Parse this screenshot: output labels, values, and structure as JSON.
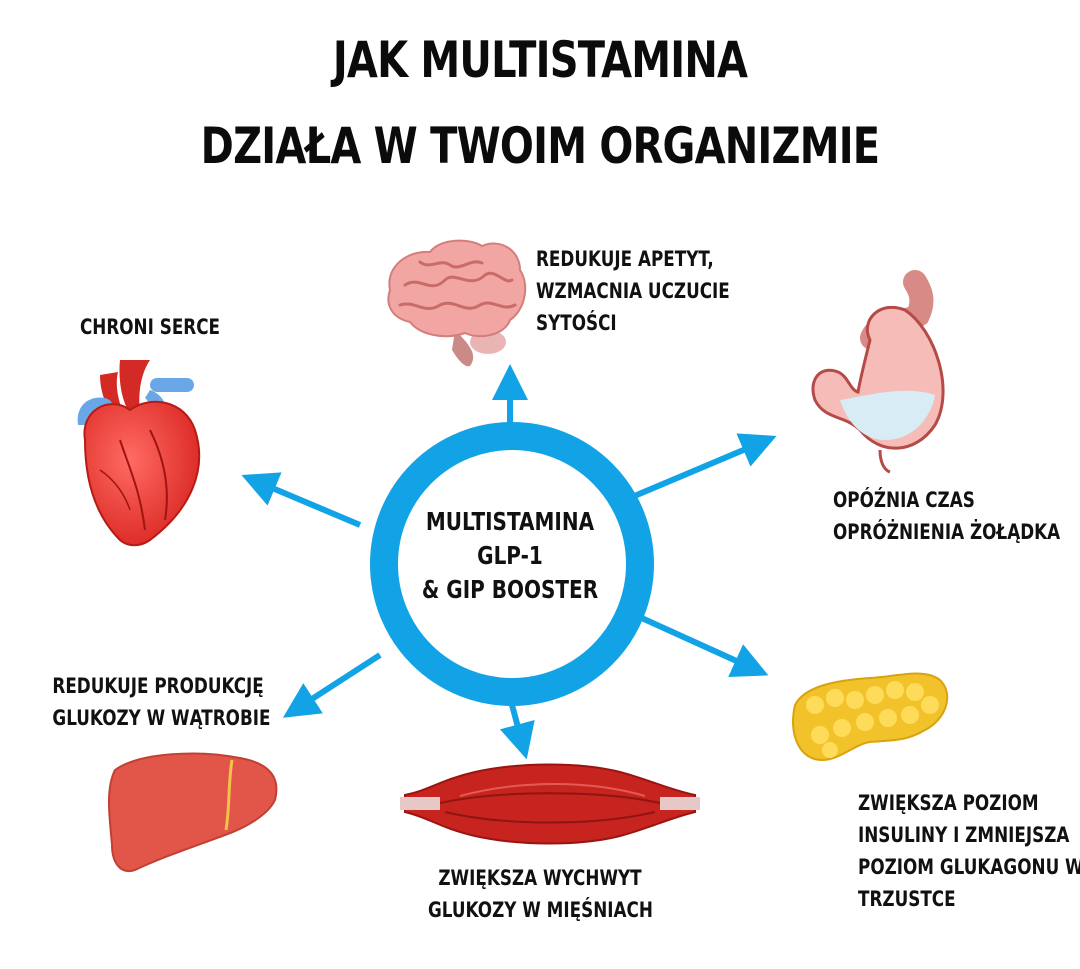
{
  "title": {
    "line1": "JAK MULTISTAMINA",
    "line2": "DZIAŁA W TWOIM ORGANIZMIE"
  },
  "center": {
    "lines": [
      "MULTISTAMINA",
      "GLP-1",
      "& GIP BOOSTER"
    ]
  },
  "effects": {
    "brain": {
      "lines": [
        "REDUKUJE APETYT,",
        "WZMACNIA UCZUCIE",
        "SYTOŚCI"
      ],
      "icon": "brain-icon"
    },
    "heart": {
      "lines": [
        "CHRONI SERCE"
      ],
      "icon": "heart-icon"
    },
    "stomach": {
      "lines": [
        "OPÓŹNIA CZAS",
        "OPRÓŻNIENIA ŻOŁĄDKA"
      ],
      "icon": "stomach-icon"
    },
    "liver": {
      "lines": [
        "REDUKUJE PRODUKCJĘ",
        "GLUKOZY W WĄTROBIE"
      ],
      "icon": "liver-icon"
    },
    "muscle": {
      "lines": [
        "ZWIĘKSZA WYCHWYT",
        "GLUKOZY W MIĘŚNIACH"
      ],
      "icon": "muscle-icon"
    },
    "pancreas": {
      "lines": [
        "ZWIĘKSZA POZIOM",
        "INSULINY I ZMNIEJSZA",
        "POZIOM GLUKAGONU W",
        "TRZUSTCE"
      ],
      "icon": "pancreas-icon"
    }
  },
  "colors": {
    "ring": "#12a3e6",
    "arrow": "#12a3e6",
    "text": "#111111"
  }
}
